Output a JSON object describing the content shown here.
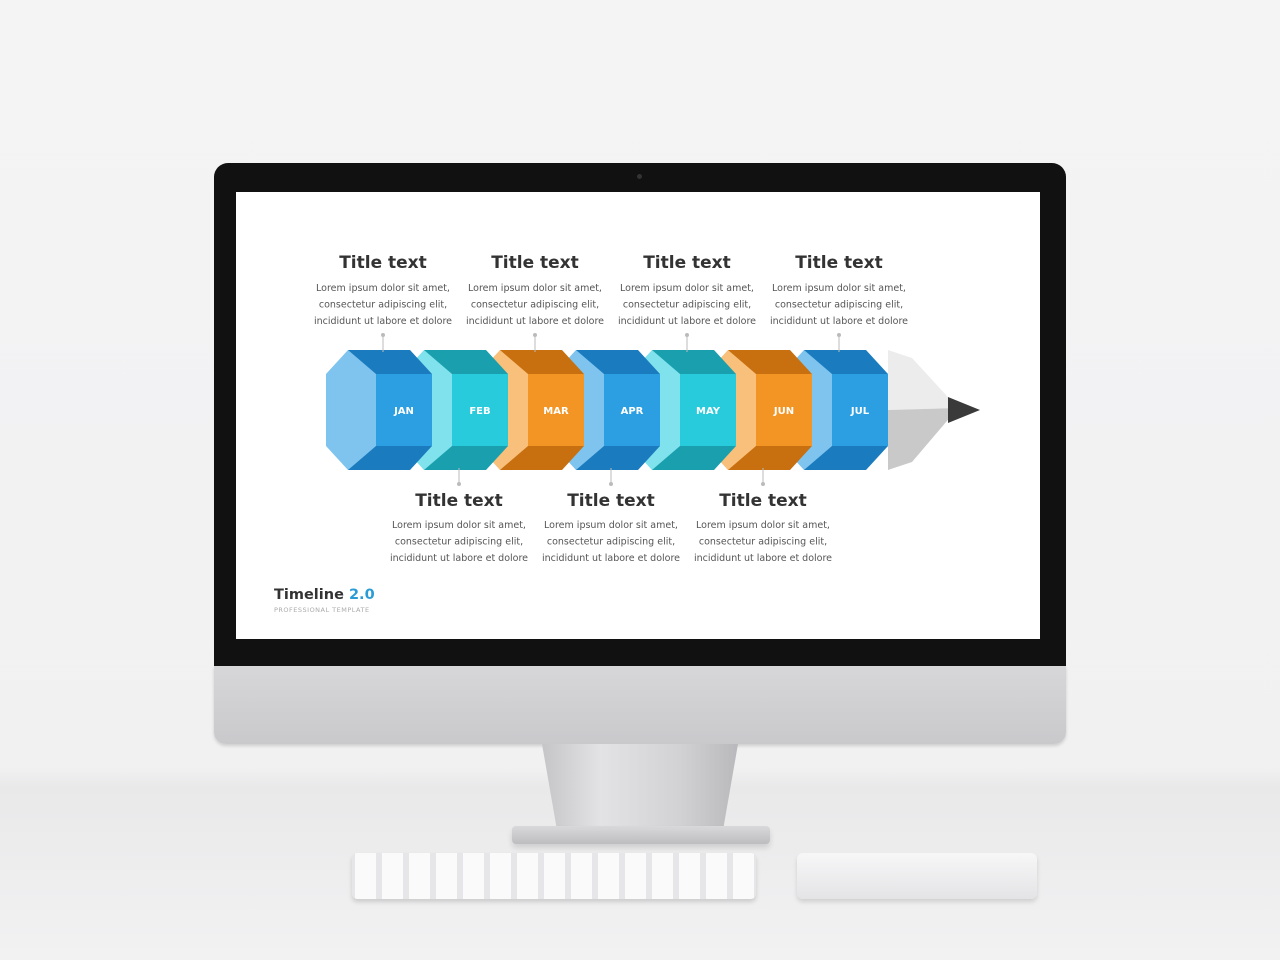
{
  "brand": {
    "name": "Timeline",
    "version": "2.0",
    "tagline": "PROFESSIONAL TEMPLATE"
  },
  "months": [
    {
      "label": "JAN",
      "color": "blue"
    },
    {
      "label": "FEB",
      "color": "teal"
    },
    {
      "label": "MAR",
      "color": "orange"
    },
    {
      "label": "APR",
      "color": "blue"
    },
    {
      "label": "MAY",
      "color": "teal"
    },
    {
      "label": "JUN",
      "color": "orange"
    },
    {
      "label": "JUL",
      "color": "blue"
    }
  ],
  "events": [
    {
      "title": "Title text",
      "lines": [
        "Lorem ipsum dolor sit amet,",
        "consectetur adipiscing elit,",
        "incididunt ut labore et dolore"
      ],
      "month": 0,
      "position": "top"
    },
    {
      "title": "Title text",
      "lines": [
        "Lorem ipsum dolor sit amet,",
        "consectetur adipiscing elit,",
        "incididunt ut labore et dolore"
      ],
      "month": 1,
      "position": "bottom"
    },
    {
      "title": "Title text",
      "lines": [
        "Lorem ipsum dolor sit amet,",
        "consectetur adipiscing elit,",
        "incididunt ut labore et dolore"
      ],
      "month": 2,
      "position": "top"
    },
    {
      "title": "Title text",
      "lines": [
        "Lorem ipsum dolor sit amet,",
        "consectetur adipiscing elit,",
        "incididunt ut labore et dolore"
      ],
      "month": 3,
      "position": "bottom"
    },
    {
      "title": "Title text",
      "lines": [
        "Lorem ipsum dolor sit amet,",
        "consectetur adipiscing elit,",
        "incididunt ut labore et dolore"
      ],
      "month": 4,
      "position": "top"
    },
    {
      "title": "Title text",
      "lines": [
        "Lorem ipsum dolor sit amet,",
        "consectetur adipiscing elit,",
        "incididunt ut labore et dolore"
      ],
      "month": 5,
      "position": "bottom"
    },
    {
      "title": "Title text",
      "lines": [
        "Lorem ipsum dolor sit amet,",
        "consectetur adipiscing elit,",
        "incididunt ut labore et dolore"
      ],
      "month": 6,
      "position": "top"
    }
  ],
  "palette": {
    "blue": {
      "front": "#2b9fe2",
      "top": "#1a7cbf",
      "bottom": "#1a7cbf",
      "side": "#7fc4ee"
    },
    "teal": {
      "front": "#27cbdc",
      "top": "#1a9fae",
      "bottom": "#1a9fae",
      "side": "#80e2ec"
    },
    "orange": {
      "front": "#f29524",
      "top": "#c86f10",
      "bottom": "#c86f10",
      "side": "#f8c07a"
    },
    "pencil_wood": "#ececec",
    "pencil_shade": "#c9c9c9",
    "pencil_lead": "#3a3a3a"
  }
}
